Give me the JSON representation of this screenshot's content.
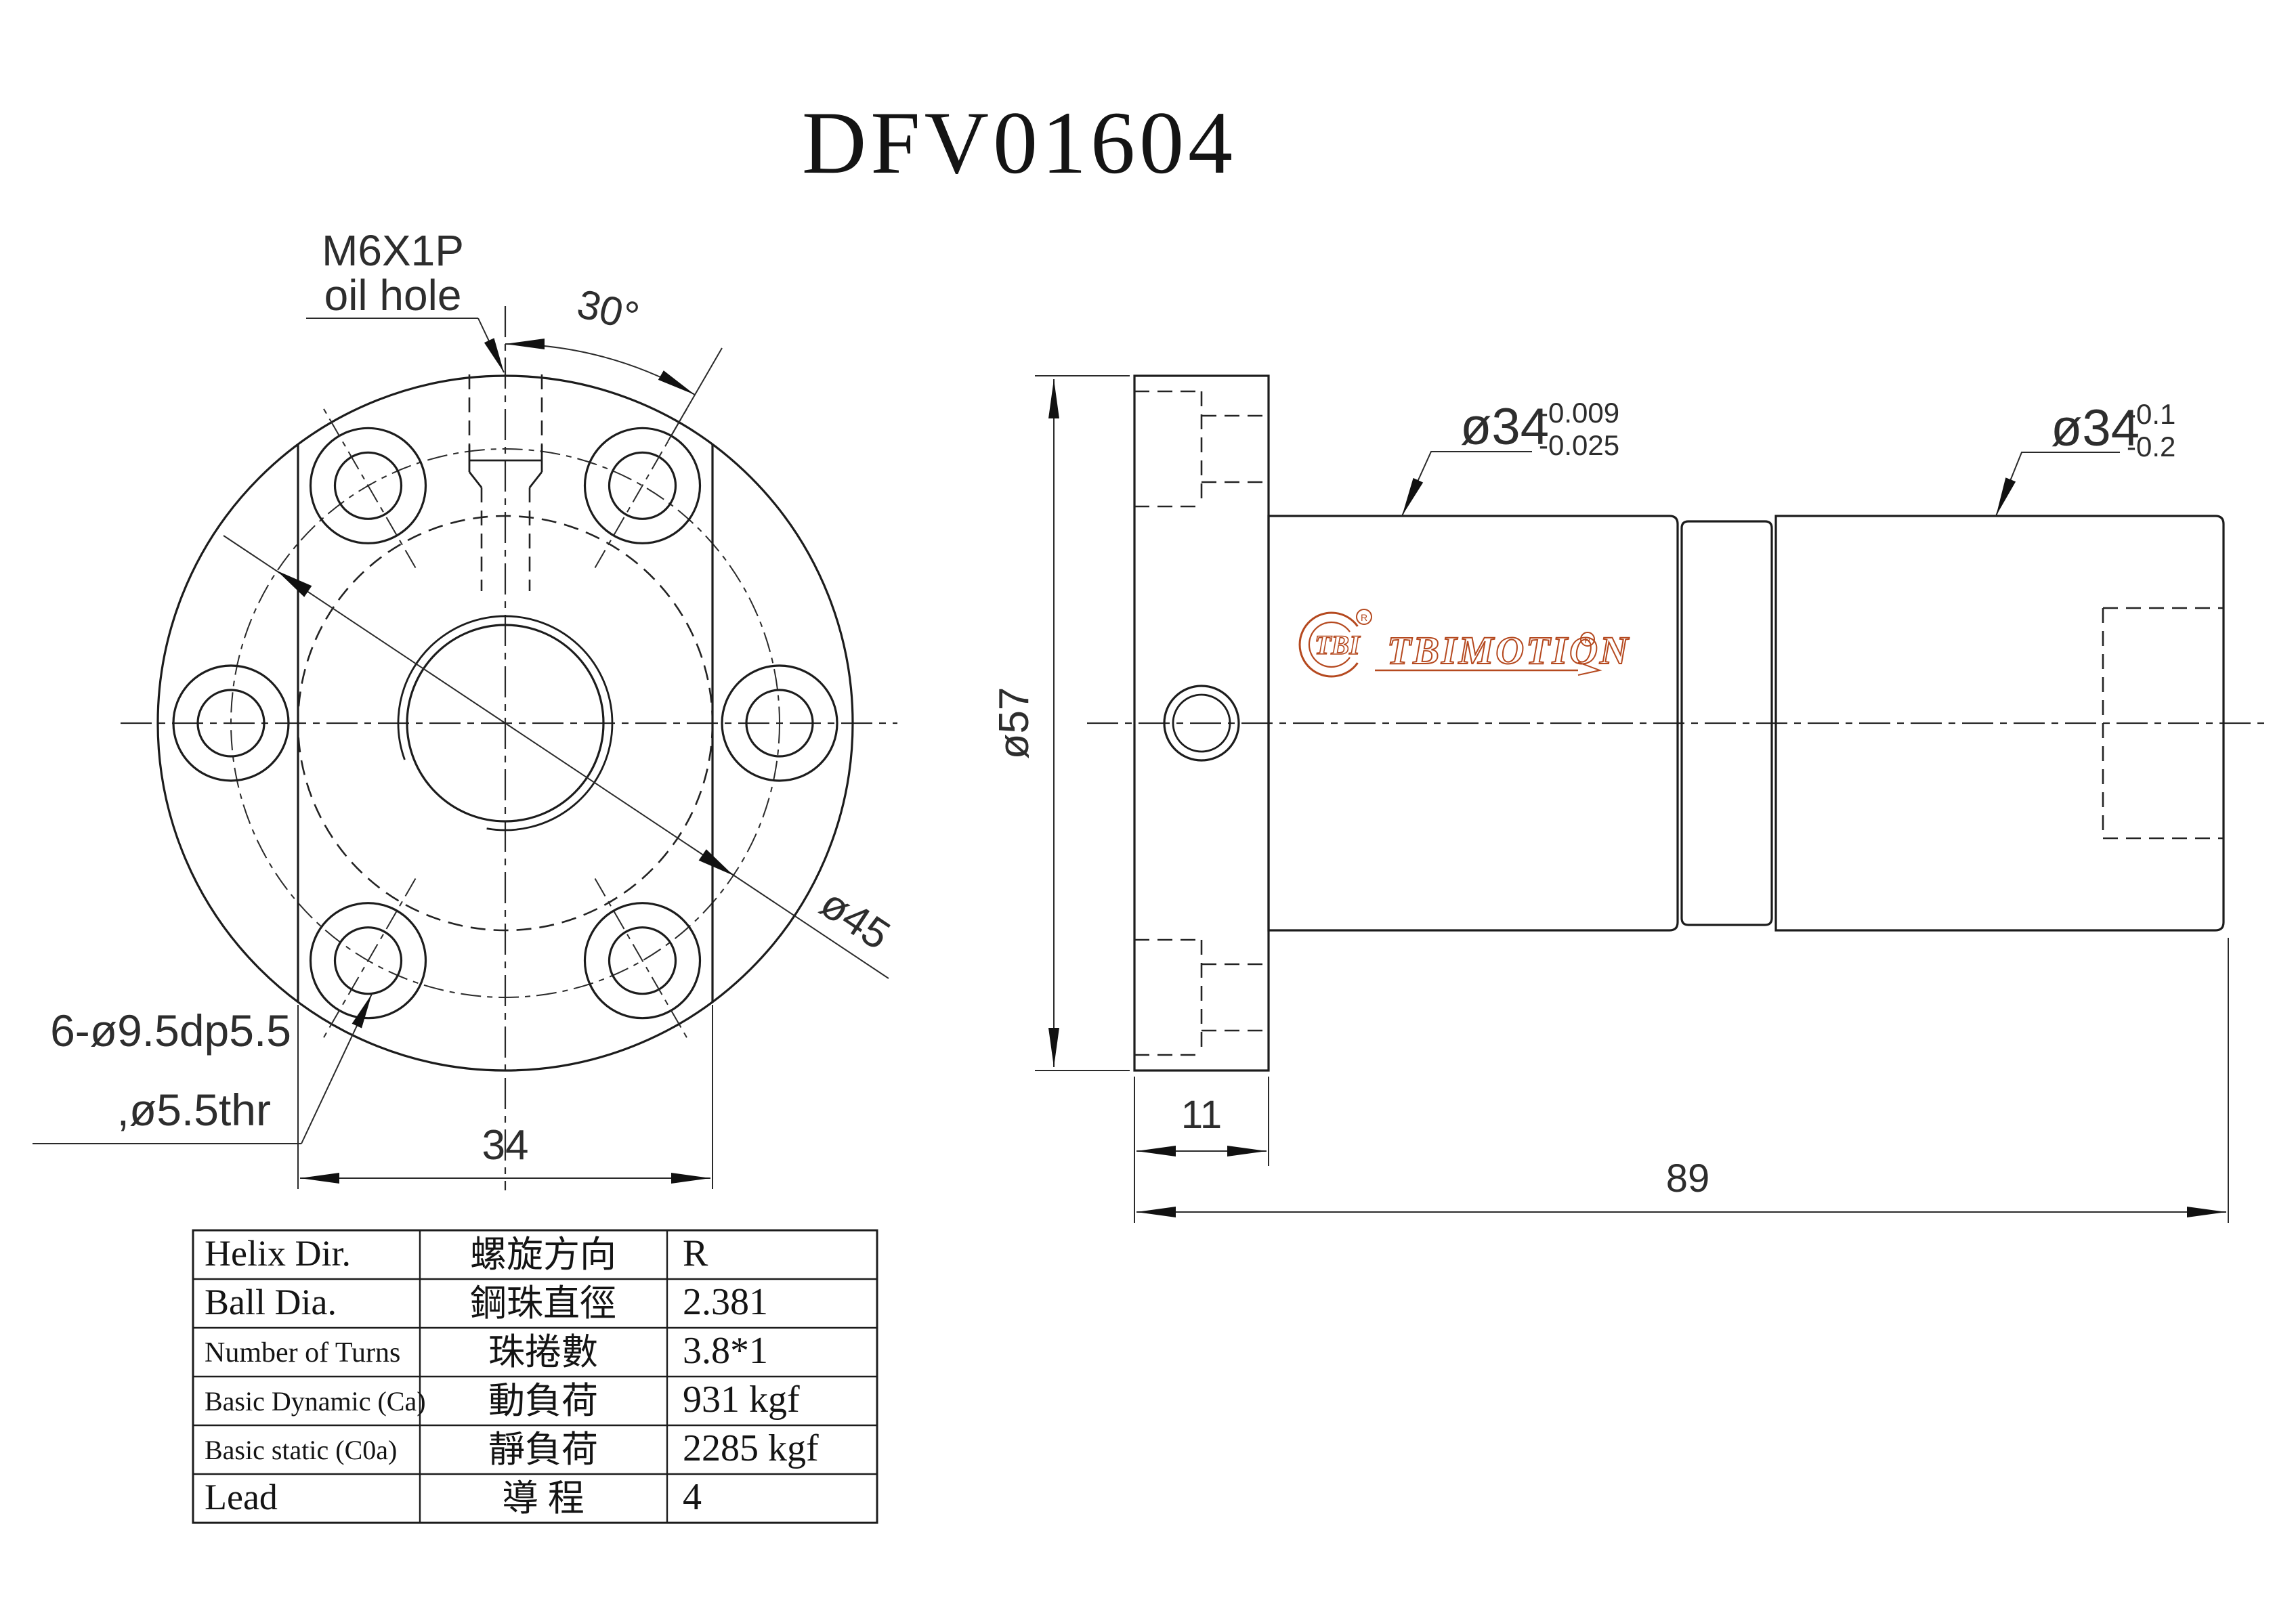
{
  "title": "DFV01604",
  "front_view": {
    "oil_hole_label_1": "M6X1P",
    "oil_hole_label_2": "oil hole",
    "angle_dim": "30°",
    "bolt_circle_dim": "ø45",
    "bolt_holes_dim_1": "6-ø9.5dp5.5",
    "bolt_holes_dim_2": ",ø5.5thr",
    "flat_width_dim": "34"
  },
  "side_view": {
    "flange_od_dim": "ø57",
    "flange_width_dim": "11",
    "overall_length_dim": "89",
    "nut_od_dim": {
      "value": "ø34",
      "tol_upper": "-0.009",
      "tol_lower": "-0.025"
    },
    "end_od_dim": {
      "value": "ø34",
      "tol_upper": "-0.1",
      "tol_lower": "-0.2"
    }
  },
  "logo": {
    "emblem_text": "TBI",
    "brand_text": "TBIMOTION",
    "registered_mark": "®",
    "color": "#b5491f"
  },
  "spec_table": {
    "rows": [
      {
        "en": "Helix  Dir.",
        "cn": "螺旋方向",
        "value": "R"
      },
      {
        "en": "Ball Dia.",
        "cn": "鋼珠直徑",
        "value": "2.381"
      },
      {
        "en": "Number of Turns",
        "cn": "珠捲數",
        "value": "3.8*1"
      },
      {
        "en": "Basic Dynamic (Ca)",
        "cn": "動負荷",
        "value": "931 kgf"
      },
      {
        "en": "Basic static (C0a)",
        "cn": "靜負荷",
        "value": "2285 kgf"
      },
      {
        "en": "Lead",
        "cn": "導  程",
        "value": "4"
      }
    ]
  }
}
